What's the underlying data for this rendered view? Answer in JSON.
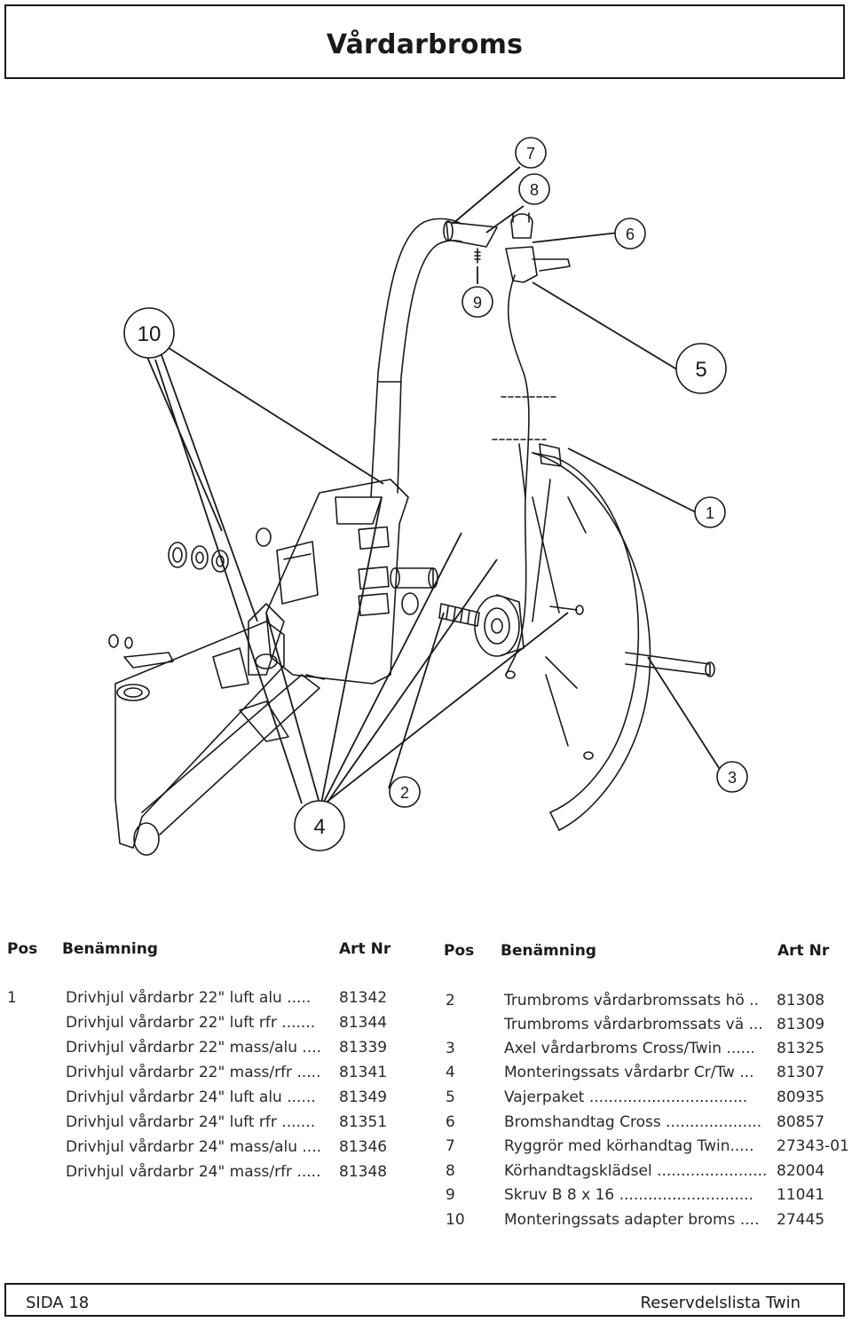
{
  "page": {
    "title": "Vårdarbroms",
    "footer_left": "SIDA 18",
    "footer_right": "Reservdelslista Twin"
  },
  "callouts": [
    "1",
    "2",
    "3",
    "4",
    "5",
    "6",
    "7",
    "8",
    "9",
    "10"
  ],
  "table_left": {
    "headers": {
      "pos": "Pos",
      "name": "Benämning",
      "art": "Art Nr"
    },
    "rows": [
      {
        "pos": "1",
        "name": "Drivhjul vårdarbr 22\"  luft alu .....",
        "art": "81342"
      },
      {
        "pos": "",
        "name": "Drivhjul vårdarbr 22\" luft rfr .......",
        "art": "81344"
      },
      {
        "pos": "",
        "name": "Drivhjul vårdarbr 22\" mass/alu ....",
        "art": "81339"
      },
      {
        "pos": "",
        "name": "Drivhjul vårdarbr 22\" mass/rfr .....",
        "art": "81341"
      },
      {
        "pos": "",
        "name": "Drivhjul vårdarbr 24\" luft alu ......",
        "art": "81349"
      },
      {
        "pos": "",
        "name": "Drivhjul vårdarbr 24\" luft rfr .......",
        "art": "81351"
      },
      {
        "pos": "",
        "name": "Drivhjul vårdarbr 24\" mass/alu ....",
        "art": "81346"
      },
      {
        "pos": "",
        "name": "Drivhjul vårdarbr 24\" mass/rfr .....",
        "art": "81348"
      }
    ]
  },
  "table_right": {
    "headers": {
      "pos": "Pos",
      "name": "Benämning",
      "art": "Art Nr"
    },
    "rows": [
      {
        "pos": "2",
        "name": "Trumbroms vårdarbromssats hö ..",
        "art": "81308"
      },
      {
        "pos": "",
        "name": "Trumbroms vårdarbromssats vä ...",
        "art": "81309"
      },
      {
        "pos": "3",
        "name": "Axel vårdarbroms Cross/Twin ......",
        "art": "81325"
      },
      {
        "pos": "4",
        "name": "Monteringssats vårdarbr Cr/Tw ...",
        "art": "81307"
      },
      {
        "pos": "5",
        "name": "Vajerpaket .................................",
        "art": "80935"
      },
      {
        "pos": "6",
        "name": "Bromshandtag Cross ....................",
        "art": "80857"
      },
      {
        "pos": "7",
        "name": "Ryggrör med körhandtag Twin.....",
        "art": "27343-01"
      },
      {
        "pos": "8",
        "name": "Körhandtagsklädsel .......................",
        "art": "82004"
      },
      {
        "pos": "9",
        "name": "Skruv B 8 x 16 ............................",
        "art": "11041"
      },
      {
        "pos": "10",
        "name": "Monteringssats adapter broms ....",
        "art": "27445"
      }
    ]
  }
}
